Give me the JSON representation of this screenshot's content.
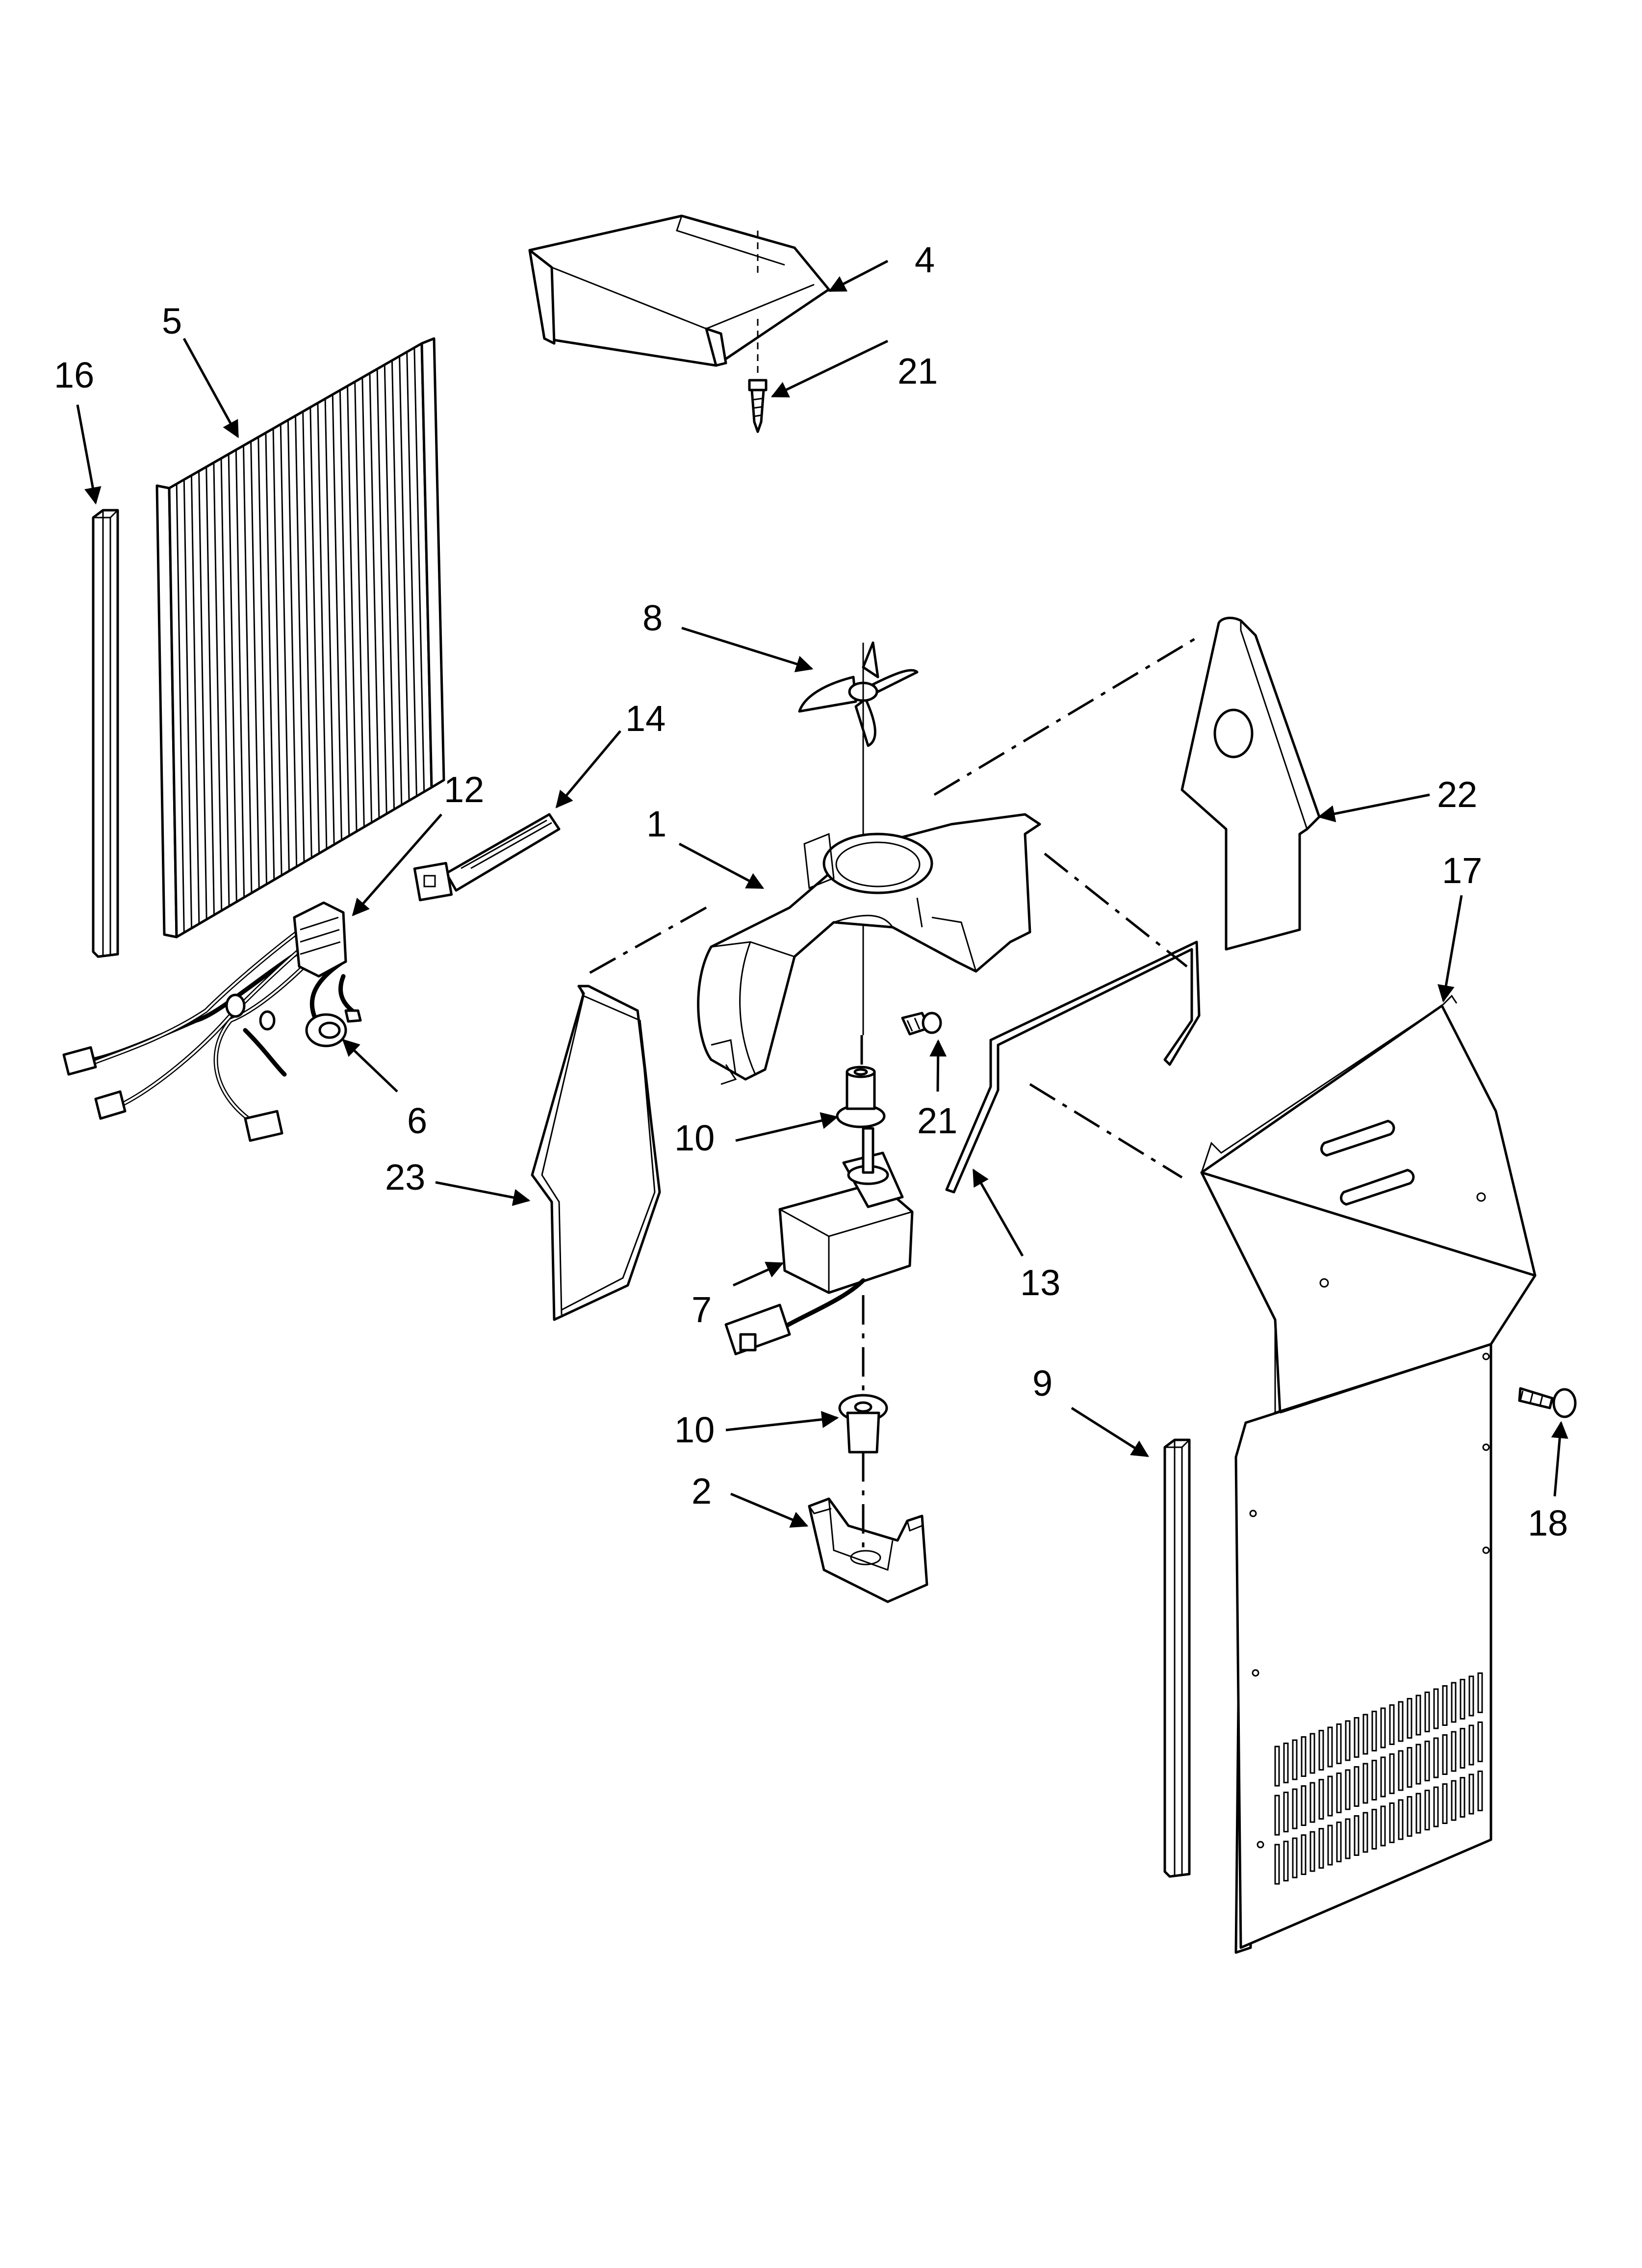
{
  "callouts": {
    "c4": "4",
    "c5": "5",
    "c16": "16",
    "c21_top": "21",
    "c8": "8",
    "c14": "14",
    "c12": "12",
    "c1": "1",
    "c22": "22",
    "c17": "17",
    "c6": "6",
    "c10_upper": "10",
    "c21_mid": "21",
    "c23": "23",
    "c13": "13",
    "c7": "7",
    "c9": "9",
    "c18": "18",
    "c10_lower": "10",
    "c2": "2"
  },
  "colors": {
    "line": "#000000",
    "background": "#ffffff",
    "shading": "#d9d9d9"
  }
}
